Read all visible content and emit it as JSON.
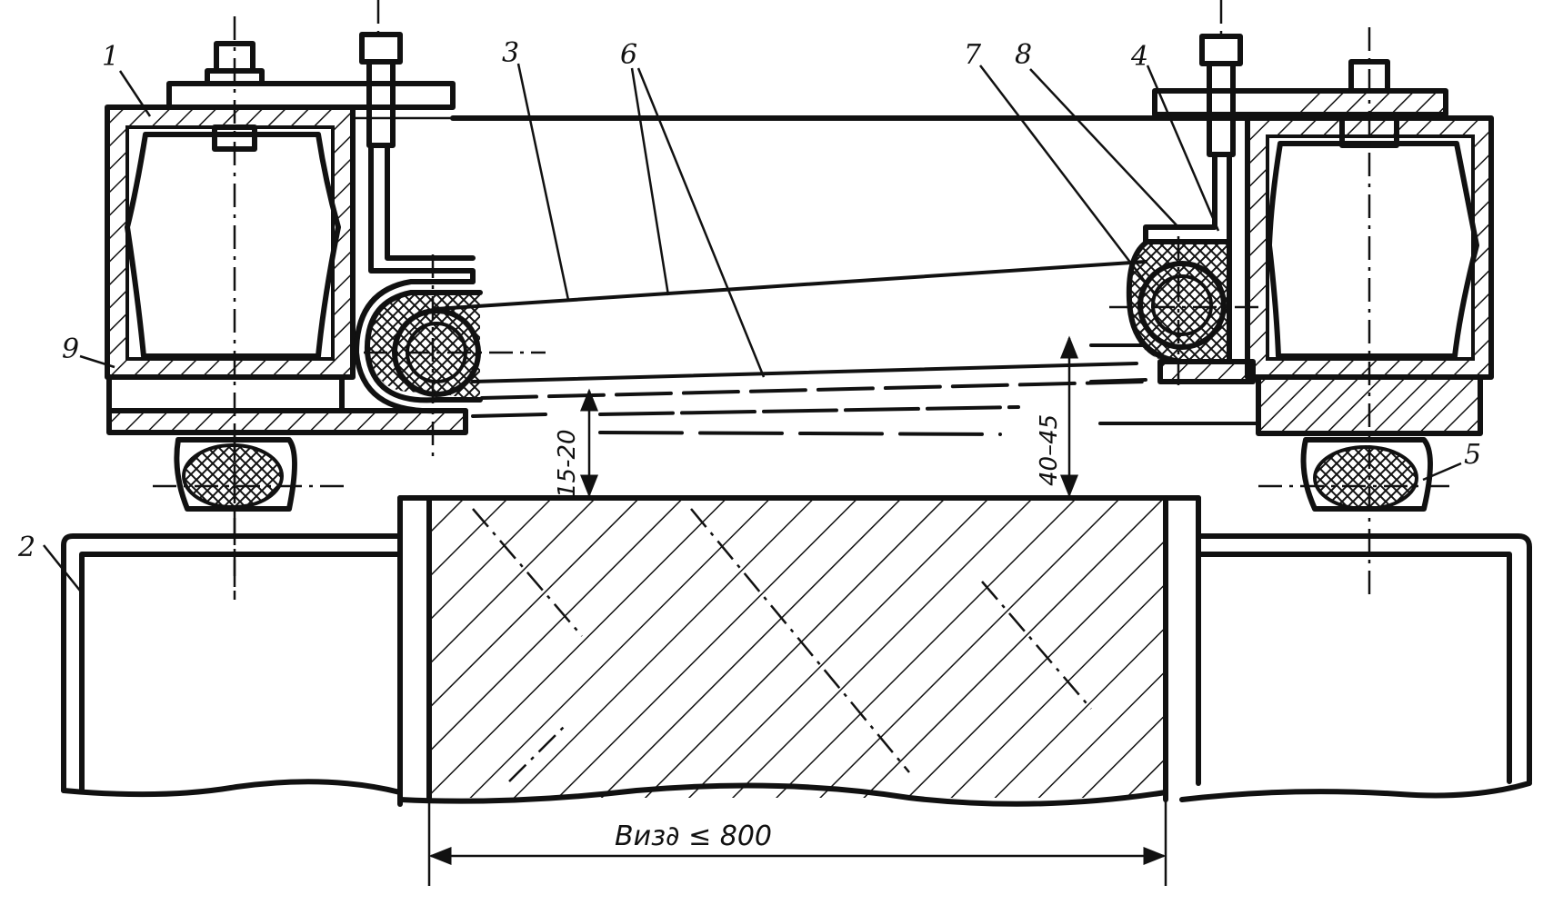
{
  "labels": {
    "l1": "1",
    "l2": "2",
    "l3": "3",
    "l4": "4",
    "l5": "5",
    "l6": "6",
    "l7": "7",
    "l8": "8",
    "l9": "9"
  },
  "dimensions": {
    "gap_small": "15-20",
    "gap_large": "40–45",
    "width_limit": "Виз∂ ≤ 800"
  }
}
